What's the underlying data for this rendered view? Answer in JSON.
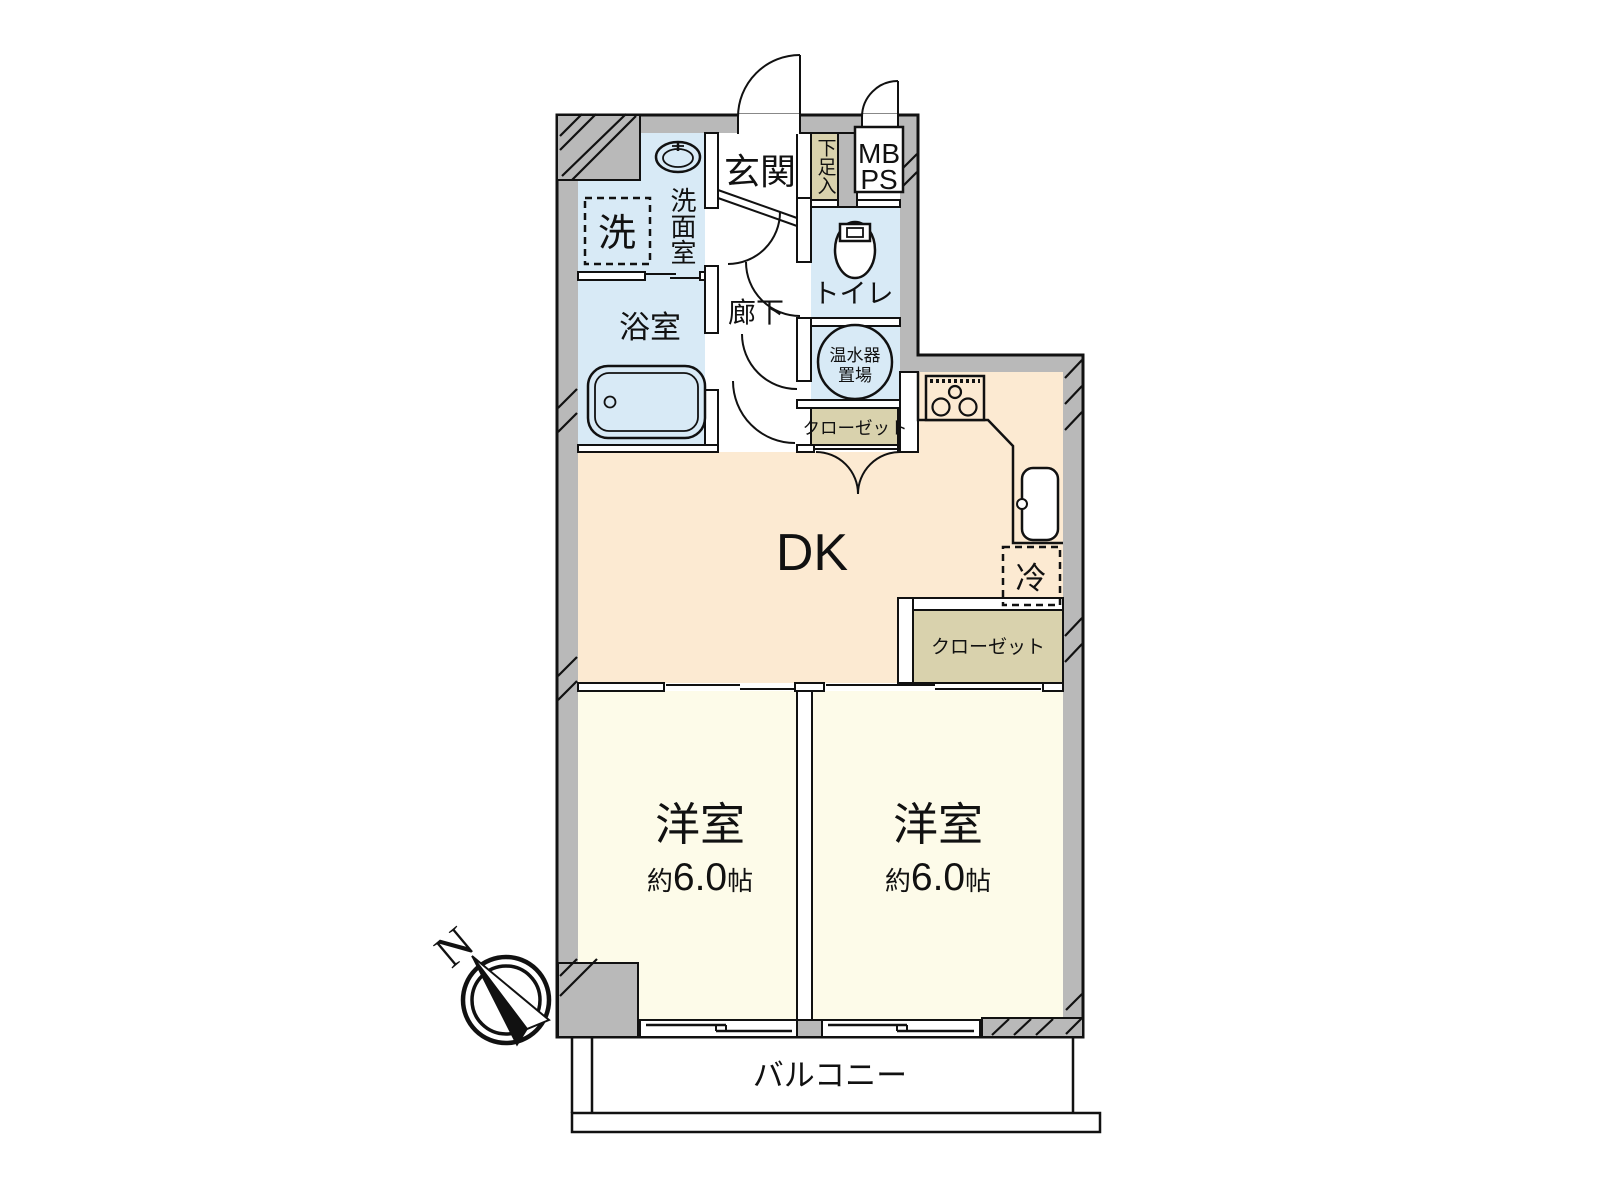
{
  "floorplan": {
    "labels": {
      "genkan": "玄関",
      "shoe_cabinet": "下足入",
      "meter_box": "MB",
      "pipe_space": "PS",
      "washroom": "洗面室",
      "washing_machine": "洗",
      "bathroom": "浴室",
      "toilet": "トイレ",
      "corridor": "廊下",
      "water_heater_line1": "温水器",
      "water_heater_line2": "置場",
      "hall_closet": "クローゼット",
      "bedroom_closet": "クローゼット",
      "dining_kitchen": "DK",
      "refrigerator": "冷",
      "bedroom_left": "洋室",
      "bedroom_left_size_prefix": "約",
      "bedroom_left_size_value": "6.0",
      "bedroom_left_size_unit": "帖",
      "bedroom_right": "洋室",
      "bedroom_right_size_prefix": "約",
      "bedroom_right_size_value": "6.0",
      "bedroom_right_size_unit": "帖",
      "balcony": "バルコニー",
      "compass_north": "N"
    },
    "colors": {
      "wall_gray": "#b9b9b9",
      "wet_area_blue": "#d8eaf6",
      "dk_peach": "#fcead2",
      "bedroom_ivory": "#fdfbe9",
      "closet_beige": "#d9d2ad",
      "line_black": "#111111",
      "background": "#ffffff"
    }
  }
}
